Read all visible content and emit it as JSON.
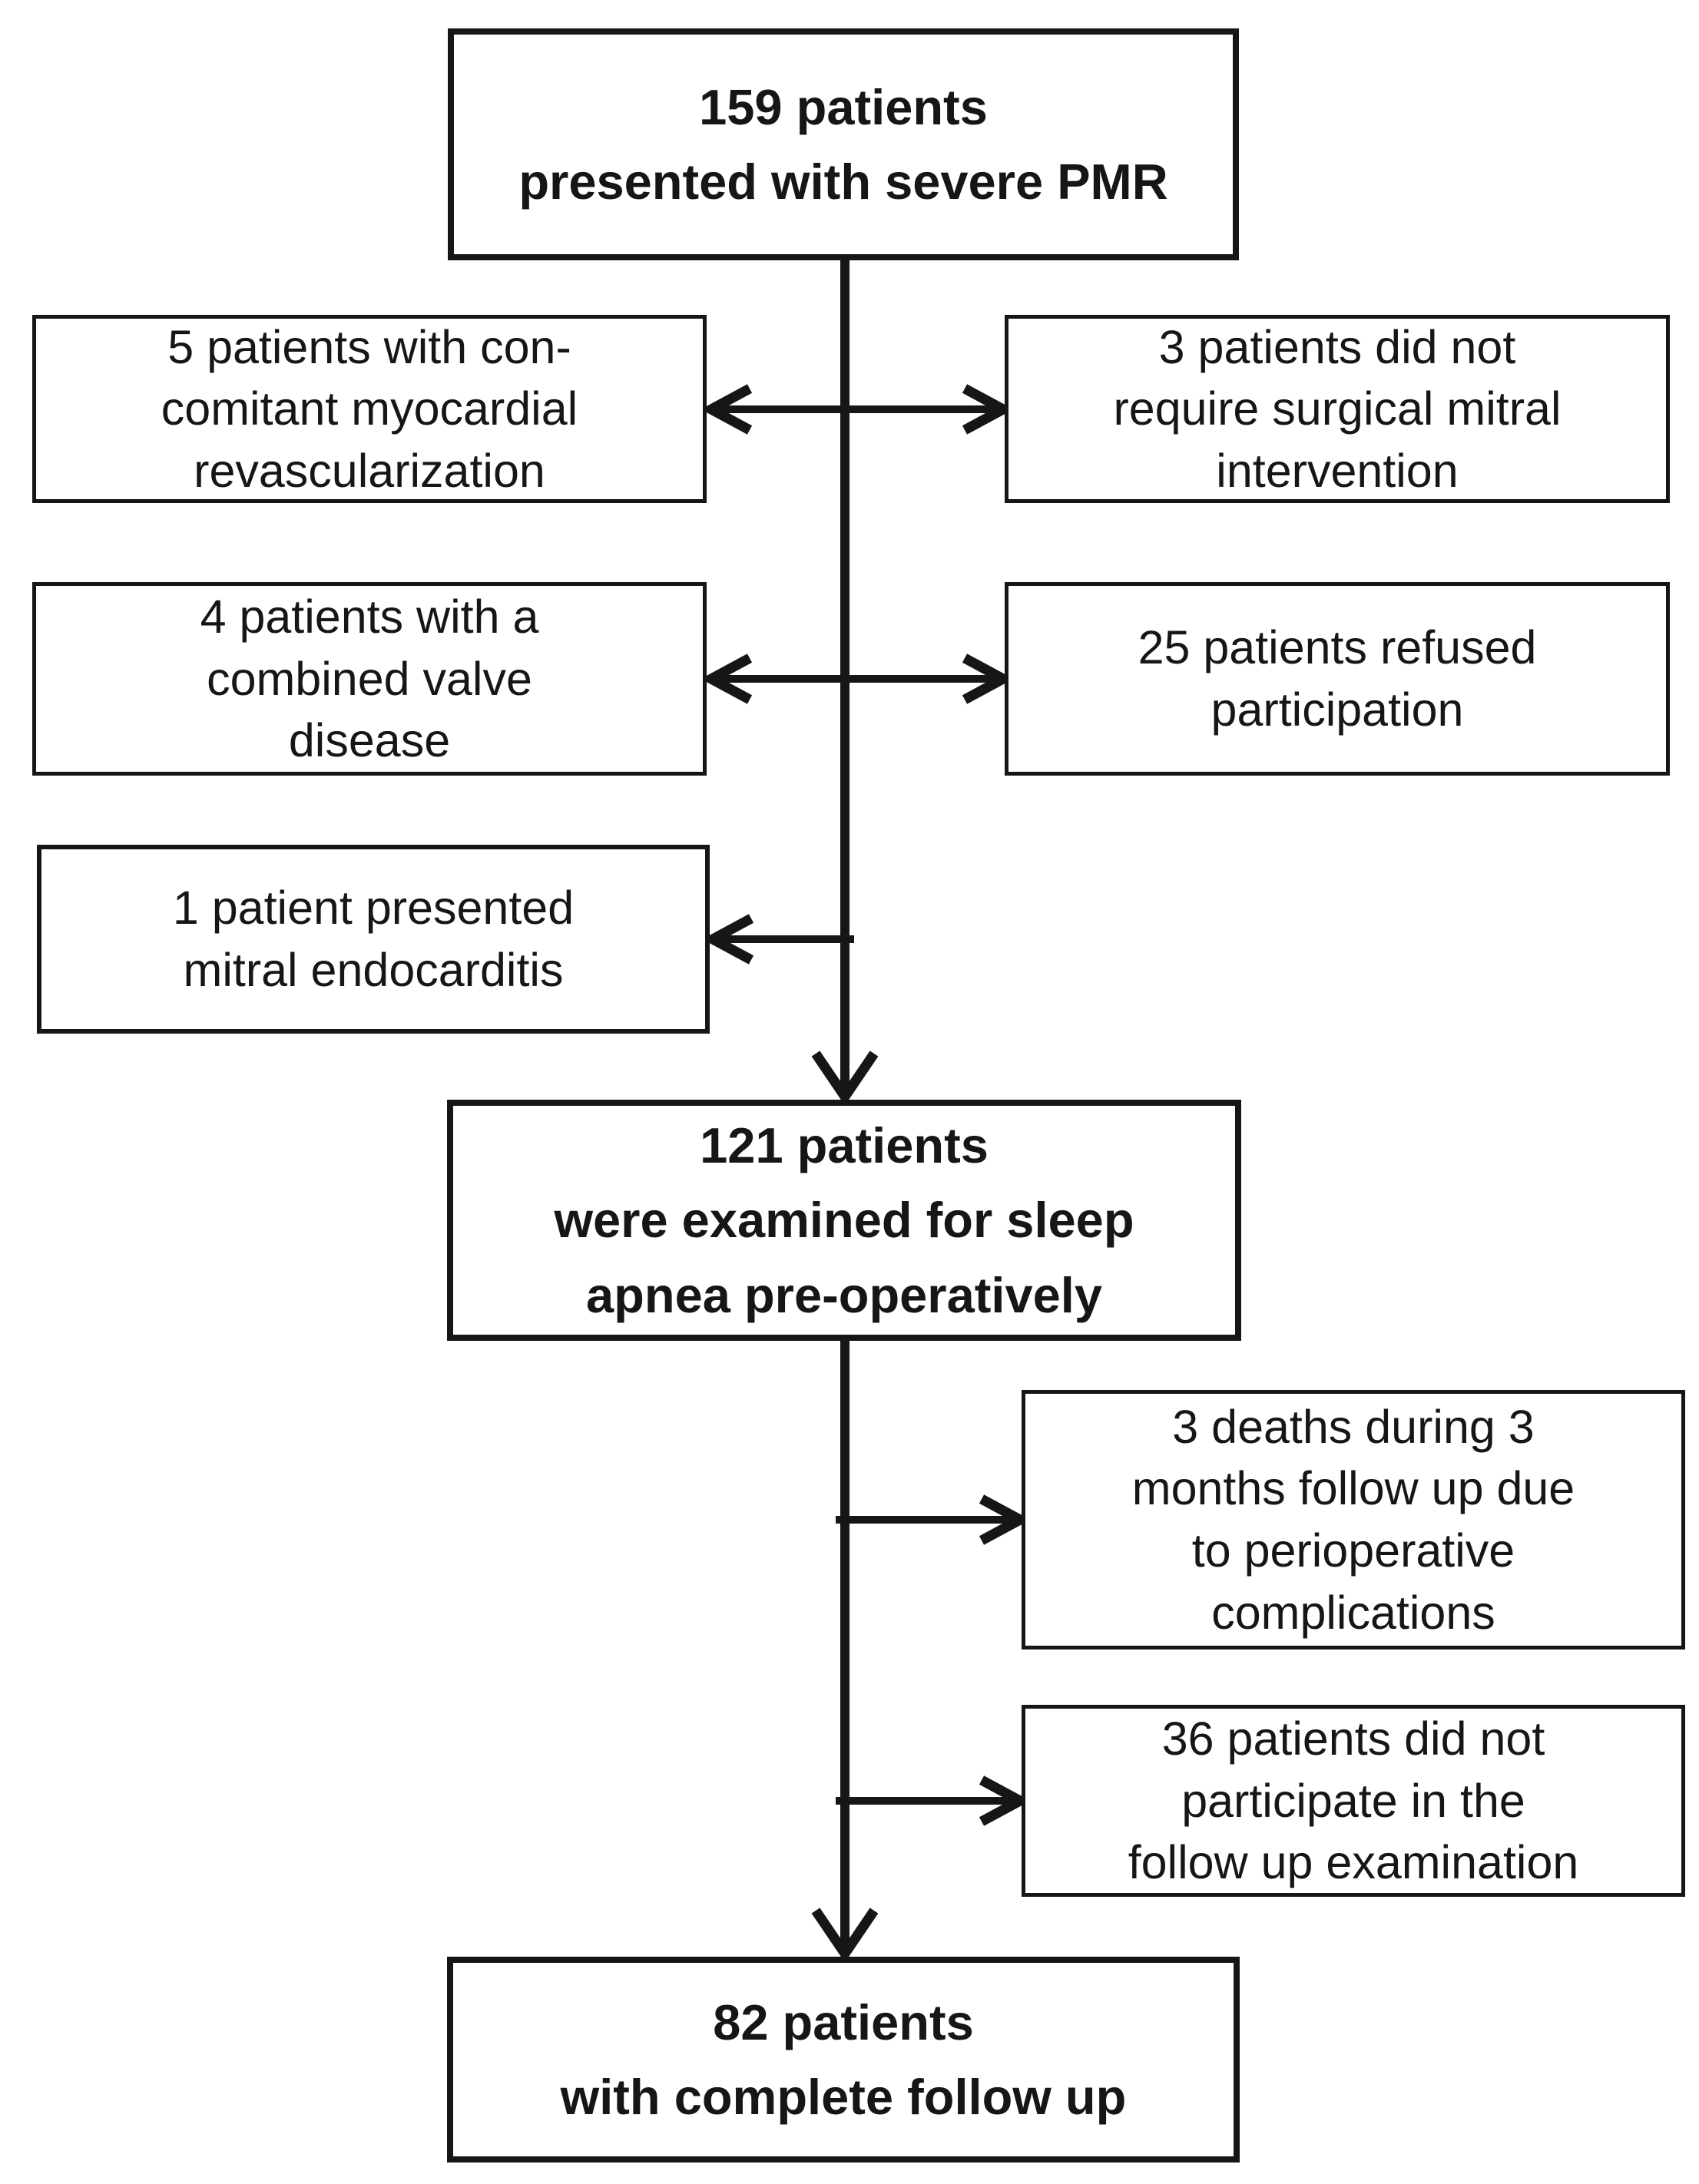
{
  "colors": {
    "line": "#161616",
    "text": "#161616",
    "background": "#ffffff"
  },
  "diagram": {
    "title": "Patient flow chart",
    "boxes": {
      "total": {
        "count": 159,
        "text": "159 patients\npresented with severe PMR",
        "emphasis": "bold"
      },
      "revascularization": {
        "count": 5,
        "text": "5 patients with con-\ncomitant myocardial\nrevascularization",
        "emphasis": "regular"
      },
      "no_intervention": {
        "count": 3,
        "text": "3 patients did not\nrequire surgical mitral\nintervention",
        "emphasis": "regular"
      },
      "valve_disease": {
        "count": 4,
        "text": "4 patients with a\ncombined valve\ndisease",
        "emphasis": "regular"
      },
      "refused": {
        "count": 25,
        "text": "25 patients refused\nparticipation",
        "emphasis": "regular"
      },
      "endocarditis": {
        "count": 1,
        "text": "1 patient presented\nmitral endocarditis",
        "emphasis": "regular"
      },
      "examined": {
        "count": 121,
        "text": "121 patients\nwere examined for sleep\napnea pre-operatively",
        "emphasis": "bold"
      },
      "deaths": {
        "count": 3,
        "text": "3 deaths during 3\nmonths follow up due\nto perioperative\ncomplications",
        "emphasis": "regular"
      },
      "no_followup_participation": {
        "count": 36,
        "text": "36 patients did not\nparticipate in the\nfollow up examination",
        "emphasis": "regular"
      },
      "complete": {
        "count": 82,
        "text": "82 patients\nwith complete follow up",
        "emphasis": "bold"
      }
    },
    "edges": [
      {
        "from": "total",
        "to": "examined",
        "style": "arrow-down"
      },
      {
        "from": "main-line",
        "to": "revascularization",
        "style": "double-headed-left"
      },
      {
        "from": "main-line",
        "to": "no_intervention",
        "style": "double-headed-right"
      },
      {
        "from": "main-line",
        "to": "valve_disease",
        "style": "double-headed-left"
      },
      {
        "from": "main-line",
        "to": "refused",
        "style": "double-headed-right"
      },
      {
        "from": "main-line",
        "to": "endocarditis",
        "style": "arrow-left"
      },
      {
        "from": "examined",
        "to": "complete",
        "style": "arrow-down"
      },
      {
        "from": "main-line",
        "to": "deaths",
        "style": "arrow-right"
      },
      {
        "from": "main-line",
        "to": "no_followup_participation",
        "style": "arrow-right"
      }
    ]
  }
}
